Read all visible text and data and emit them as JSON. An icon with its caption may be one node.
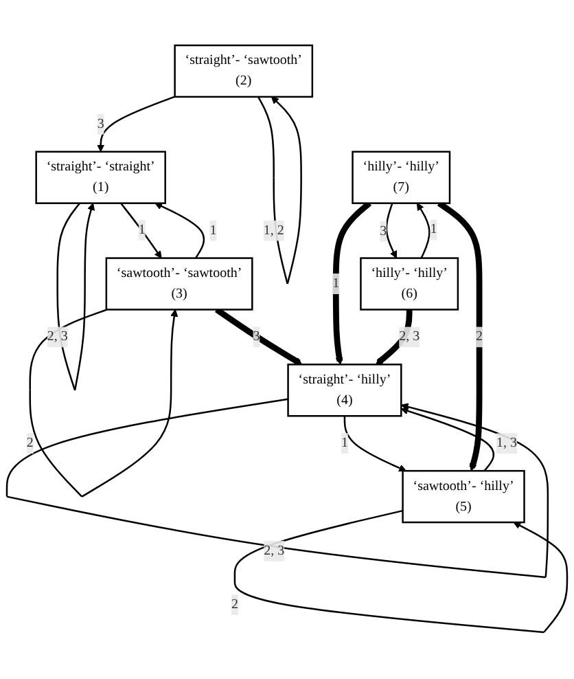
{
  "diagram": {
    "nodes": [
      {
        "text": [
          "‘straight’- ‘straight’",
          "(1)"
        ]
      },
      {
        "text": [
          "‘straight’- ‘sawtooth’",
          "(2)"
        ]
      },
      {
        "text": [
          "‘sawtooth’- ‘sawtooth’",
          "(3)"
        ]
      },
      {
        "text": [
          "‘sawtooth’- ‘hilly’",
          "(5)"
        ]
      },
      {
        "text": [
          "‘straight’- ‘hilly’",
          "(4)"
        ]
      },
      {
        "text": [
          "‘hilly’- ‘hilly’",
          "(7)"
        ]
      },
      {
        "text": [
          "‘hilly’- ‘hilly’",
          "(6)"
        ]
      }
    ],
    "edges": [
      {
        "from": 1,
        "to": 0,
        "arrow": "to",
        "label": "3"
      },
      {
        "from": 0,
        "to": 0,
        "arrow": "to",
        "label": "2, 3"
      },
      {
        "from": 1,
        "to": 1,
        "arrow": "to",
        "label": "1, 2"
      },
      {
        "from": 0,
        "to": 2,
        "arrow": "to",
        "label": "1"
      },
      {
        "from": 2,
        "to": 0,
        "arrow": "to",
        "label": "1"
      },
      {
        "from": 2,
        "to": 2,
        "arrow": "to",
        "label": "2"
      },
      {
        "from": 2,
        "to": 4,
        "arrow": "to",
        "label": "3",
        "style": "thick"
      },
      {
        "from": 4,
        "to": 3,
        "arrow": "to",
        "label": "1"
      },
      {
        "from": 3,
        "to": 4,
        "arrow": "to",
        "label": "1, 3"
      },
      {
        "from": 3,
        "to": 3,
        "arrow": "to",
        "label": "2"
      },
      {
        "from": 5,
        "to": 3,
        "arrow": "to",
        "label": "2",
        "style": "thick"
      },
      {
        "from": 5,
        "to": 4,
        "arrow": "to",
        "label": "1",
        "style": "thick"
      },
      {
        "from": 4,
        "to": 4,
        "arrow": "to",
        "label": "2, 3"
      },
      {
        "from": 5,
        "to": 6,
        "arrow": "to",
        "label": "3"
      },
      {
        "from": 6,
        "to": 5,
        "arrow": "to",
        "label": "1"
      },
      {
        "from": 6,
        "to": 4,
        "arrow": "to",
        "label": "2, 3",
        "style": "thick"
      }
    ]
  }
}
